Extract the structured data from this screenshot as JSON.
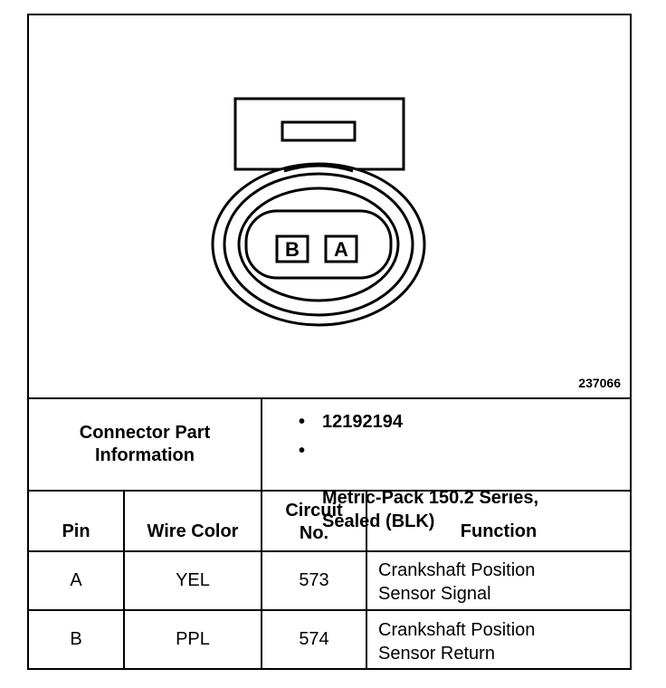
{
  "figure": {
    "number": "237066",
    "pin_labels": [
      "B",
      "A"
    ]
  },
  "connector_info": {
    "label": "Connector Part\nInformation",
    "items": [
      "12192194",
      "Metric-Pack 150.2 Series,\nSealed (BLK)"
    ]
  },
  "table": {
    "headers": {
      "pin": "Pin",
      "wire_color": "Wire Color",
      "circuit": "Circuit\nNo.",
      "function": "Function"
    },
    "rows": [
      {
        "pin": "A",
        "wire_color": "YEL",
        "circuit": "573",
        "function": "Crankshaft Position\nSensor Signal"
      },
      {
        "pin": "B",
        "wire_color": "PPL",
        "circuit": "574",
        "function": "Crankshaft Position\nSensor Return"
      }
    ]
  }
}
